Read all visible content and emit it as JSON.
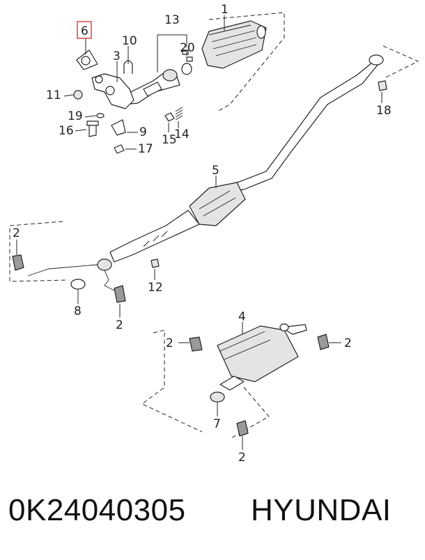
{
  "diagram": {
    "callouts": [
      "1",
      "2",
      "3",
      "4",
      "5",
      "6",
      "7",
      "8",
      "9",
      "10",
      "11",
      "12",
      "13",
      "14",
      "15",
      "16",
      "17",
      "18",
      "19",
      "20"
    ],
    "highlighted_callout": "6",
    "colors": {
      "highlight": "#d9534f",
      "line": "#222222"
    }
  },
  "footer": {
    "part_number": "0K24040305",
    "brand": "HYUNDAI"
  }
}
